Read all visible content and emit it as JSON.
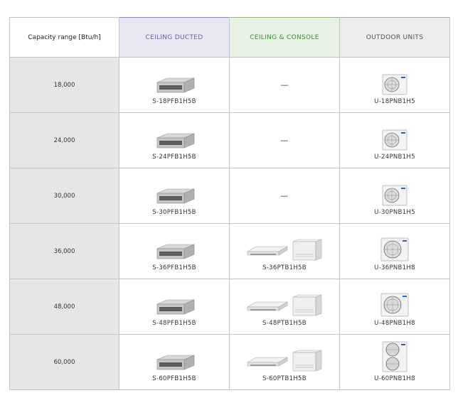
{
  "headers": {
    "capacity": "Capacity range [Btu/h]",
    "ceiling_ducted": "CEILING DUCTED",
    "ceiling_console": "CEILING & CONSOLE",
    "outdoor_units": "OUTDOOR UNITS"
  },
  "rows": [
    {
      "capacity": "18,000",
      "ducted": "S-18PFB1H5B",
      "console": "—",
      "console_has_image": false,
      "outdoor": "U-18PNB1H5",
      "outdoor_type": "single-fan"
    },
    {
      "capacity": "24,000",
      "ducted": "S-24PFB1H5B",
      "console": "—",
      "console_has_image": false,
      "outdoor": "U-24PNB1H5",
      "outdoor_type": "single-fan"
    },
    {
      "capacity": "30,000",
      "ducted": "S-30PFB1H5B",
      "console": "—",
      "console_has_image": false,
      "outdoor": "U-30PNB1H5",
      "outdoor_type": "single-fan"
    },
    {
      "capacity": "36,000",
      "ducted": "S-36PFB1H5B",
      "console": "S-36PTB1H5B",
      "console_has_image": true,
      "outdoor": "U-36PNB1H8",
      "outdoor_type": "tall-single-fan"
    },
    {
      "capacity": "48,000",
      "ducted": "S-48PFB1H5B",
      "console": "S-48PTB1H5B",
      "console_has_image": true,
      "outdoor": "U-48PNB1H8",
      "outdoor_type": "tall-single-fan"
    },
    {
      "capacity": "60,000",
      "ducted": "S-60PFB1H5B",
      "console": "S-60PTB1H5B",
      "console_has_image": true,
      "outdoor": "U-60PNB1H8",
      "outdoor_type": "double-fan"
    }
  ],
  "icons": {
    "ducted": "ducted-unit-icon",
    "ceiling": "ceiling-unit-icon",
    "console": "console-unit-icon",
    "outdoor": "outdoor-unit-icon"
  },
  "colors": {
    "ducted_header_bg": "#e9e7f4",
    "ducted_header_text": "#6c5fae",
    "console_header_bg": "#e7f2e4",
    "console_header_text": "#3e8e3b",
    "outdoor_header_bg": "#ececec",
    "capacity_cell_bg": "#e6e6e6"
  }
}
